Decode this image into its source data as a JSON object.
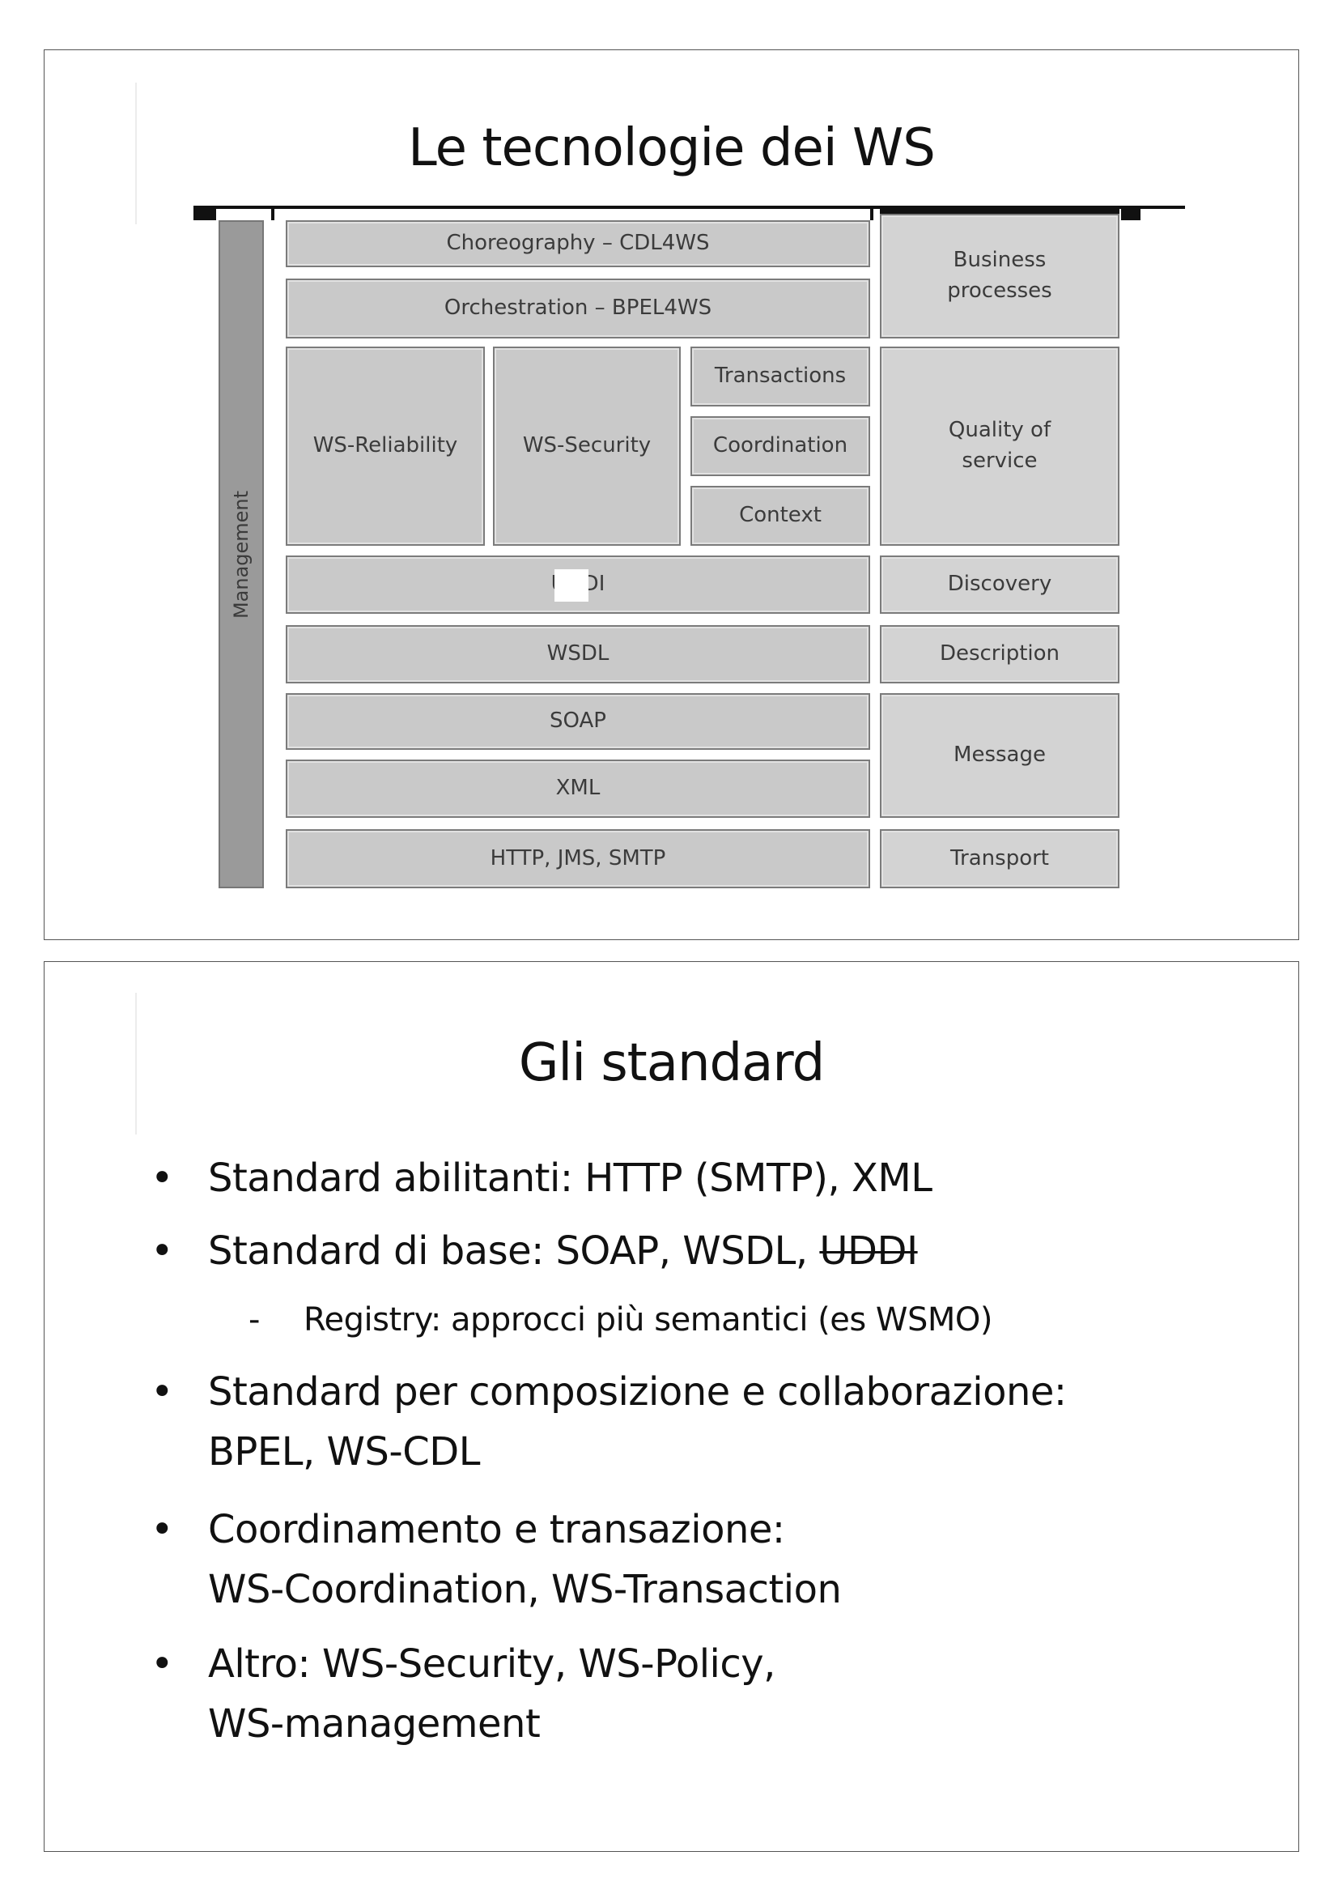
{
  "slide1": {
    "title": "Le tecnologie dei WS",
    "diagram": {
      "management": "Management",
      "left_cells": {
        "choreography": "Choreography – CDL4WS",
        "orchestration": "Orchestration – BPEL4WS",
        "reliability": "WS-Reliability",
        "security": "WS-Security",
        "transactions": "Transactions",
        "coordination": "Coordination",
        "context": "Context",
        "uddi": "UDDI",
        "wsdl": "WSDL",
        "soap": "SOAP",
        "xml": "XML",
        "transport_protocols": "HTTP, JMS, SMTP"
      },
      "right_cells": {
        "business": "Business processes",
        "qos": "Quality of service",
        "discovery": "Discovery",
        "description": "Description",
        "message": "Message",
        "transport": "Transport"
      }
    }
  },
  "slide2": {
    "title": "Gli standard",
    "bullets": [
      {
        "text": "Standard abilitanti: HTTP (SMTP), XML"
      },
      {
        "text_prefix": "Standard di base: SOAP, WSDL, ",
        "text_struck": "UDDI"
      },
      {
        "sub_dash": "-",
        "sub_text": "Registry: approcci più semantici (es WSMO)"
      },
      {
        "line1": "Standard per composizione e collaborazione:",
        "line2": "BPEL, WS-CDL"
      },
      {
        "line1": "Coordinamento e transazione:",
        "line2": "WS-Coordination, WS-Transaction"
      },
      {
        "line1": "Altro: WS-Security, WS-Policy,",
        "line2": "WS-management"
      }
    ],
    "bullet_symbol": "•"
  }
}
